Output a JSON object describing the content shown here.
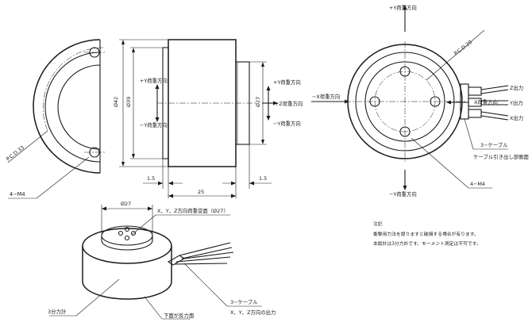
{
  "side_view": {
    "dim_phi42": "Ø42",
    "dim_phi39": "Ø39",
    "dim_phi27": "Ø27",
    "dim_1_5_left": "1.5",
    "dim_25": "25",
    "dim_1_5_right": "1.5",
    "plus_y_load": "+Y荷重方向",
    "minus_y_load": "−Y荷重方向",
    "plus_y_load_right": "+Y荷重方向",
    "plus_z_load": "+Z荷重方向",
    "minus_y_load_right": "−Y荷重方向",
    "minus_x_load": "−X荷重方向"
  },
  "left_partial": {
    "pcd": "P.C.D.33",
    "thread": "4−M4"
  },
  "front_view": {
    "plus_y_load": "+Y荷重方向",
    "minus_y_load": "−Y荷重方向",
    "pcd": "P.C.D.20",
    "z_output": "Z出力",
    "x_load": "X荷重方向",
    "y_output": "Y出力",
    "x_output": "X出力",
    "cable": "3−ケーブル",
    "cable_side": "ケーブル引き出し部側面",
    "thread": "4−M4"
  },
  "iso_view": {
    "dim_phi27": "Ø27",
    "load_face": "X、Y、Z方向荷重受面（Ø27）",
    "cable": "3−ケーブル",
    "cable_output": "X、Y、Z方向の出力",
    "three_axis": "3分力計",
    "bottom_face": "下面が反力面"
  },
  "notes": {
    "title": "注記",
    "line1": "衝撃用力法を誤りますと破損する場合が有ります。",
    "line2": "本設計は3分力計です。モーメント測定は不可です。"
  }
}
